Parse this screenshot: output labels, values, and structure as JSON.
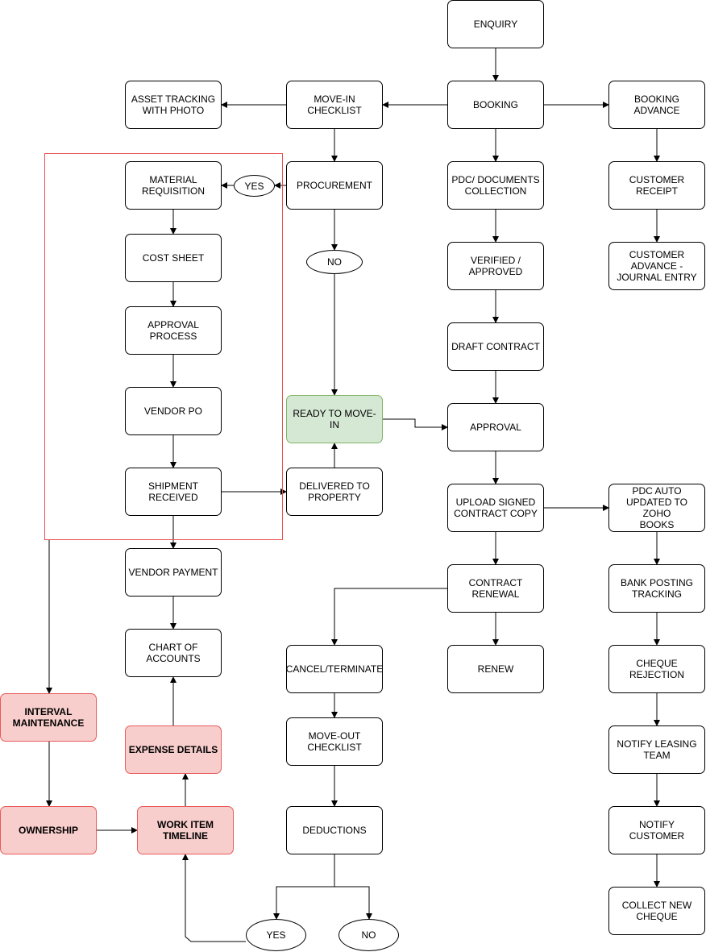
{
  "nodes": {
    "enquiry": "ENQUIRY",
    "booking": "BOOKING",
    "booking_advance": "BOOKING ADVANCE",
    "customer_receipt": "CUSTOMER\nRECEIPT",
    "customer_advance_journal": "CUSTOMER\nADVANCE -\nJOURNAL ENTRY",
    "move_in_checklist": "MOVE-IN\nCHECKLIST",
    "asset_tracking": "ASSET TRACKING\nWITH PHOTO",
    "procurement": "PROCUREMENT",
    "yes_procurement": "YES",
    "no_procurement": "NO",
    "material_requisition": "MATERIAL\nREQUISITION",
    "cost_sheet": "COST SHEET",
    "approval_process": "APPROVAL\nPROCESS",
    "vendor_po": "VENDOR PO",
    "shipment_received": "SHIPMENT\nRECEIVED",
    "delivered_to_property": "DELIVERED TO\nPROPERTY",
    "ready_to_move_in": "READY TO MOVE-IN",
    "pdc_documents_collection": "PDC/ DOCUMENTS\nCOLLECTION",
    "verified_approved": "VERIFIED /\nAPPROVED",
    "draft_contract": "DRAFT CONTRACT",
    "approval": "APPROVAL",
    "upload_signed_contract": "UPLOAD SIGNED\nCONTRACT COPY",
    "pdc_auto_updated": "PDC AUTO\nUPDATED TO ZOHO\nBOOKS",
    "bank_posting_tracking": "BANK POSTING\nTRACKING",
    "cheque_rejection": "CHEQUE\nREJECTION",
    "notify_leasing_team": "NOTIFY LEASING\nTEAM",
    "notify_customer": "NOTIFY CUSTOMER",
    "collect_new_cheque": "COLLECT NEW\nCHEQUE",
    "contract_renewal": "CONTRACT\nRENEWAL",
    "renew": "RENEW",
    "cancel_terminate": "CANCEL/TERMINATE",
    "move_out_checklist": "MOVE-OUT\nCHECKLIST",
    "deductions": "DEDUCTIONS",
    "yes_deductions": "YES",
    "no_deductions": "NO",
    "vendor_payment": "VENDOR PAYMENT",
    "chart_of_accounts": "CHART OF\nACCOUNTS",
    "expense_details": "EXPENSE DETAILS",
    "interval_maintenance": "INTERVAL\nMAINTENANCE",
    "ownership": "OWNERSHIP",
    "work_item_timeline": "WORK ITEM\nTIMELINE"
  },
  "colors": {
    "stroke": "#000000",
    "ready_fill": "#d5e8d4",
    "ready_stroke": "#82b366",
    "maintenance_fill": "#f8cecc",
    "maintenance_stroke": "#e85a5a",
    "group_frame": "#e8504e"
  }
}
